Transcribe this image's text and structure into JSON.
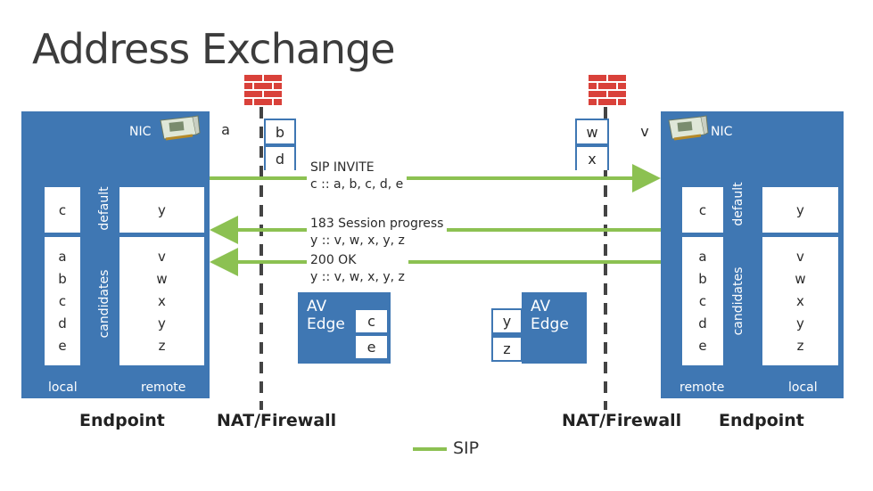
{
  "title": "Address Exchange",
  "left_endpoint": {
    "nic_label": "NIC",
    "default_label": "default",
    "candidates_label": "candidates",
    "local_label": "local",
    "remote_label": "remote",
    "default_local": "c",
    "candidates_local": [
      "a",
      "b",
      "c",
      "d",
      "e"
    ],
    "default_remote": "y",
    "candidates_remote": [
      "v",
      "w",
      "x",
      "y",
      "z"
    ]
  },
  "right_endpoint": {
    "nic_label": "NIC",
    "default_label": "default",
    "candidates_label": "candidates",
    "local_label": "local",
    "remote_label": "remote",
    "default_remote": "c",
    "candidates_remote": [
      "a",
      "b",
      "c",
      "d",
      "e"
    ],
    "default_local": "y",
    "candidates_local": [
      "v",
      "w",
      "x",
      "y",
      "z"
    ]
  },
  "nat_left": {
    "addr_a": "a",
    "addr_b": "b",
    "addr_d": "d"
  },
  "nat_right": {
    "addr_w": "w",
    "addr_x": "x",
    "addr_v": "v"
  },
  "messages": {
    "invite_line1": "SIP INVITE",
    "invite_line2": "c :: a, b, c, d, e",
    "progress_line1": "183 Session progress",
    "progress_line2": "y :: v, w, x, y, z",
    "ok_line1": "200 OK",
    "ok_line2": "y :: v, w, x, y, z"
  },
  "av_edge_left": {
    "line1": "AV",
    "line2": "Edge",
    "addr1": "c",
    "addr2": "e"
  },
  "av_edge_right": {
    "line1": "AV",
    "line2": "Edge",
    "addr1": "y",
    "addr2": "z"
  },
  "bottom": {
    "endpoint_left": "Endpoint",
    "nat_left": "NAT/Firewall",
    "nat_right": "NAT/Firewall",
    "endpoint_right": "Endpoint"
  },
  "legend": {
    "sip": "SIP"
  },
  "colors": {
    "panel": "#3f77b3",
    "sip_arrow": "#8cc152",
    "firewall": "#d9413a"
  }
}
